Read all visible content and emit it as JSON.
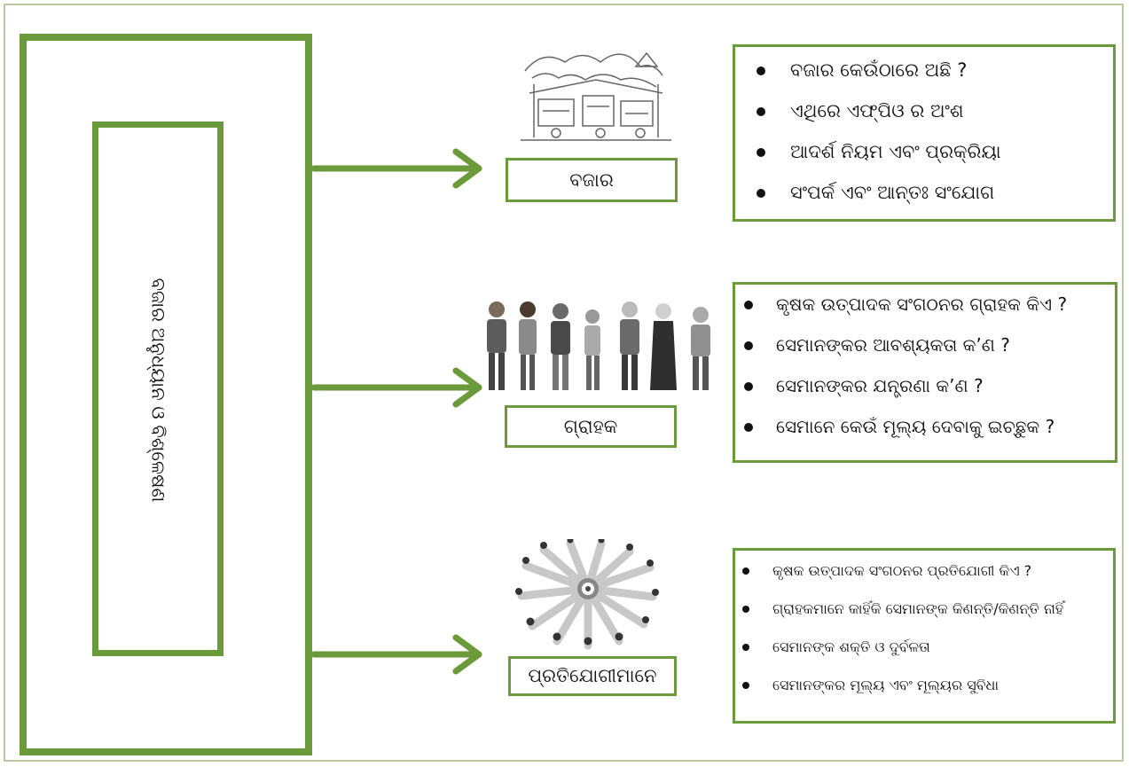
{
  "title": "ବଜାର ଅନୁଧ୍ୟାନ ଓ ବିଶ୍ଳେଷଣ",
  "sections": [
    {
      "label": "ବଜାର",
      "items": [
        "ବଜାର କେଉଁଠାରେ ଅଛି ?",
        "ଏଥିରେ ଏଫ୍‌ପିଓ ର ଅଂଶ",
        "ଆଦର୍ଶ ନିୟମ ଏବଂ ପ୍ରକ୍ରିୟା",
        "ସଂପର୍କ ଏବଂ ଆନ୍ତଃ ସଂଯୋଗ"
      ]
    },
    {
      "label": "ଗ୍ରାହକ",
      "items": [
        "କୃଷକ ଉତ୍ପାଦକ ସଂଗଠନର ଗ୍ରାହକ କିଏ ?",
        "ସେମାନଙ୍କର ଆବଶ୍ୟକତା କ’ଣ ?",
        "ସେମାନଙ୍କର ଯନ୍ତ୍ରଣା କ’ଣ ?",
        "ସେମାନେ କେଉଁ ମୂଲ୍ୟ ଦେବାକୁ ଇଚ୍ଛୁକ ?"
      ]
    },
    {
      "label": "ପ୍ରତିଯୋଗୀମାନେ",
      "items": [
        "କୃଷକ ଉତ୍ପାଦକ ସଂଗଠନର ପ୍ରତିଯୋଗୀ କିଏ ?",
        "ଗ୍ରାହକମାନେ କାହିଁକି ସେମାନଙ୍କ କିଣନ୍ତି/କିଣନ୍ତି ନାହିଁ",
        "ସେମାନଙ୍କ ଶକ୍ତି ଓ ଦୁର୍ବଳତା",
        "ସେମାନଙ୍କର ମୂଲ୍ୟ ଏବଂ ମୂଲ୍ୟର ସୁବିଧା"
      ]
    }
  ],
  "colors": {
    "accent": "#6a9a3a",
    "frame": "#b8c8a0"
  },
  "icons": [
    "market-stall-icon",
    "people-group-icon",
    "competitors-circle-icon"
  ]
}
